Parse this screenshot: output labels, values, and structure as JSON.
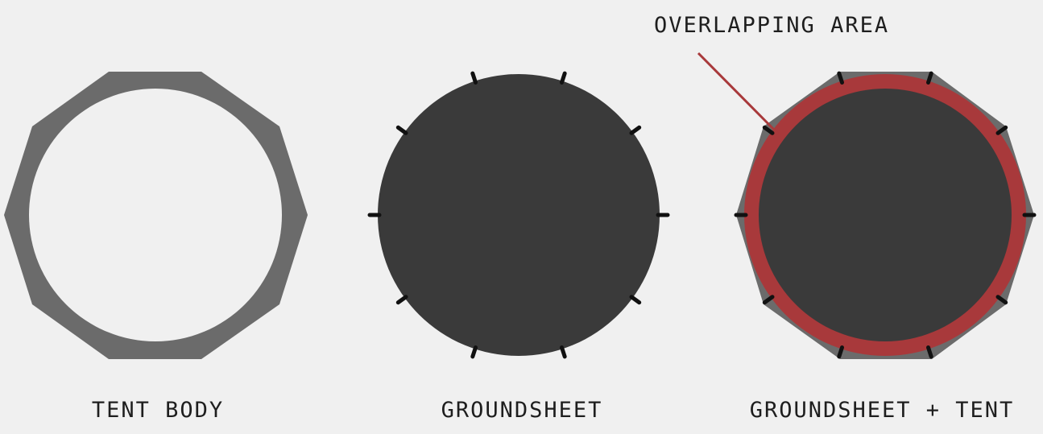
{
  "labels": {
    "tent_body": "TENT BODY",
    "groundsheet": "GROUNDSHEET",
    "combined": "GROUNDSHEET + TENT",
    "overlap_callout": "OVERLAPPING AREA"
  },
  "colors": {
    "background": "#f0f0f0",
    "tent_body": "#6b6b6b",
    "groundsheet": "#3a3a3a",
    "overlap": "#a8393b",
    "callout_line": "#a8393b",
    "pegs": "#111111",
    "text": "#1e1e1e"
  },
  "shapes": {
    "tent_body": "decagon",
    "groundsheet": "circle",
    "peg_count": 10
  }
}
